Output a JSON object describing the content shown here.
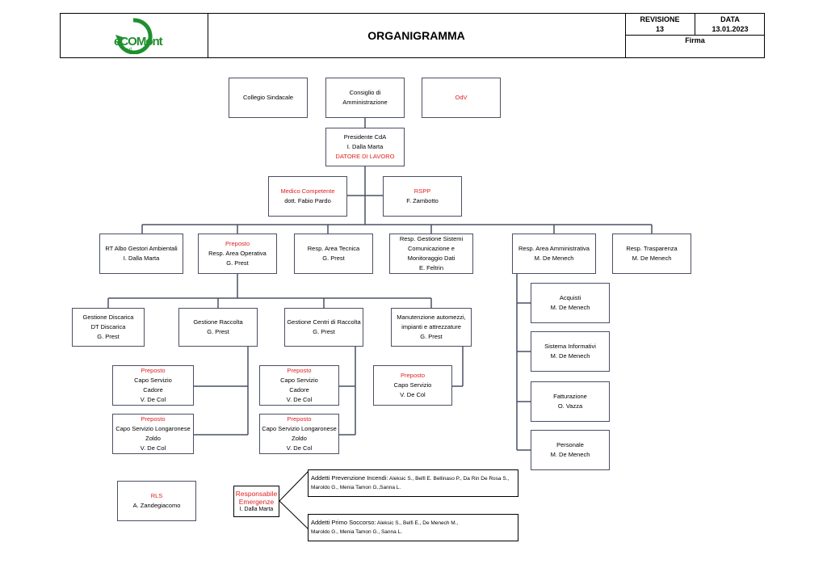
{
  "header": {
    "logo_text": "eCOMont",
    "logo_srl": "srl",
    "title": "ORGANIGRAMMA",
    "revisione_label": "REVISIONE",
    "revisione_value": "13",
    "data_label": "DATA",
    "data_value": "13.01.2023",
    "firma_label": "Firma"
  },
  "colors": {
    "red": "#e02020",
    "box_border": "#4a5064",
    "logo_green": "#1f8f2f"
  },
  "top": {
    "collegio": "Collegio Sindacale",
    "consiglio": [
      "Consiglio di",
      "Amministrazione"
    ],
    "odv": "OdV"
  },
  "presidente": {
    "role": "Presidente CdA",
    "name": "I. Dalla Marta",
    "tag": "DATORE DI LAVORO"
  },
  "medico": {
    "role": "Medico Competente",
    "name": "dott. Fabio Pardo"
  },
  "rspp": {
    "role": "RSPP",
    "name": "F. Zambotto"
  },
  "row1": {
    "rt": {
      "role": "RT Albo Gestori Ambientali",
      "name": "I. Dalla Marta"
    },
    "operativa": {
      "tag": "Preposto",
      "role": "Resp. Area Operativa",
      "name": "G. Prest"
    },
    "tecnica": {
      "role": "Resp. Area Tecnica",
      "name": "G. Prest"
    },
    "sistemi": {
      "role": [
        "Resp. Gestione Sistemi",
        "Comunicazione e",
        "Monitoraggio Dati"
      ],
      "name": "E. Feltrin"
    },
    "amministrativa": {
      "role": "Resp. Area Amministrativa",
      "name": "M. De Menech"
    },
    "trasparenza": {
      "role": "Resp. Trasparenza",
      "name": "M. De Menech"
    }
  },
  "row2": {
    "discarica": {
      "role": "Gestione Discarica",
      "sub": "DT Discarica",
      "name": "G. Prest"
    },
    "raccolta": {
      "role": "Gestione Raccolta",
      "name": "G. Prest"
    },
    "centri": {
      "role": "Gestione Centri di Raccolta",
      "name": "G. Prest"
    },
    "manutenzione": {
      "role": [
        "Manutenzione automezzi,",
        "impianti e attrezzature"
      ],
      "name": "G. Prest"
    }
  },
  "capi": {
    "raccolta_cadore": {
      "tag": "Preposto",
      "role": "Capo Servizio",
      "area": "Cadore",
      "name": "V. De Col"
    },
    "raccolta_longarone": {
      "tag": "Preposto",
      "role": "Capo Servizio Longaronese",
      "area": "Zoldo",
      "name": "V. De Col"
    },
    "centri_cadore": {
      "tag": "Preposto",
      "role": "Capo Servizio",
      "area": "Cadore",
      "name": "V. De Col"
    },
    "centri_longarone": {
      "tag": "Preposto",
      "role": "Capo Servizio Longaronese",
      "area": "Zoldo",
      "name": "V. De Col"
    },
    "manutenzione": {
      "tag": "Preposto",
      "role": "Capo Servizio",
      "name": "V. De Col"
    }
  },
  "admin": {
    "acquisti": {
      "role": "Acquisti",
      "name": "M. De Menech"
    },
    "sistema": {
      "role": "Sistema Informativi",
      "name": "M. De Menech"
    },
    "fatturazione": {
      "role": "Fatturazione",
      "name": "O. Vazza"
    },
    "personale": {
      "role": "Personale",
      "name": "M. De Menech"
    }
  },
  "rls": {
    "role": "RLS",
    "name": "A. Zandegiacomo"
  },
  "emergenze": {
    "role": [
      "Responsabile",
      "Emergenze"
    ],
    "name": "I. Dalla Marta"
  },
  "addetti": {
    "incendi": {
      "label": "Addetti Prevenzione Incendi:",
      "names1": " Aleksic S., Belfi E. Bellinaso P., Da Rin De Rosa S.,",
      "names2": "Maroldo G., Menia Tamon G.,Sanna L."
    },
    "soccorso": {
      "label": "Addetti Primo Soccorso:",
      "names1": " Aleksic S., Belfi E., De Menech M.,",
      "names2": "Maroldo G., Menia Tamon G., Sanna L."
    }
  }
}
